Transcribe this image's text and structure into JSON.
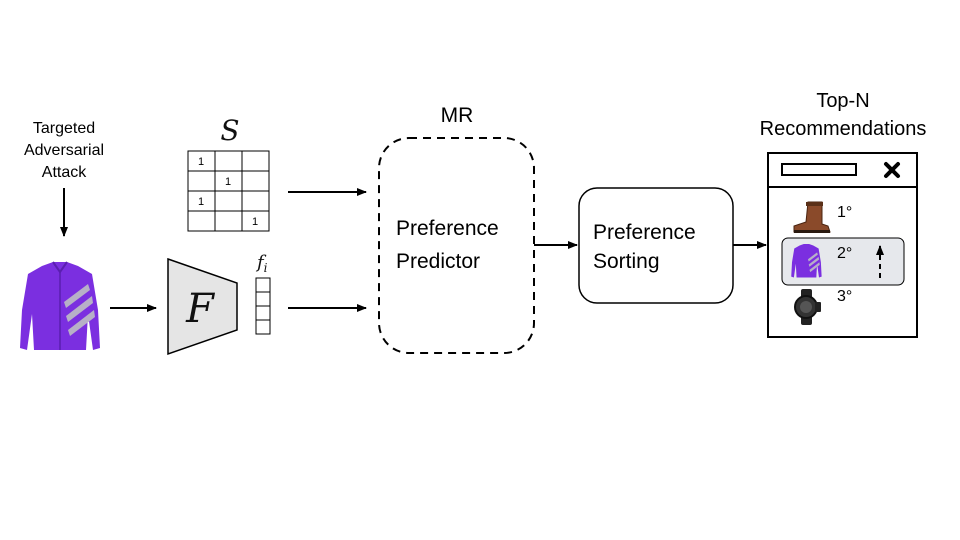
{
  "attack_label": [
    "Targeted",
    "Adversarial",
    "Attack"
  ],
  "matrix": {
    "symbol": "S",
    "rows": [
      [
        "1",
        "",
        ""
      ],
      [
        "",
        "1",
        ""
      ],
      [
        "1",
        "",
        ""
      ],
      [
        "",
        "",
        "1"
      ]
    ]
  },
  "extractor": {
    "symbol": "F"
  },
  "feature_vector": {
    "symbol": "f",
    "subscript": "i"
  },
  "mr": {
    "title": "MR",
    "lines": [
      "Preference",
      "Predictor"
    ]
  },
  "sorting": {
    "lines": [
      "Preference",
      "Sorting"
    ]
  },
  "topn": {
    "title": [
      "Top-N",
      "Recommendations"
    ],
    "close_icon": "close-x-icon",
    "items": [
      {
        "rank": "1°",
        "icon": "boot-icon",
        "highlight": false
      },
      {
        "rank": "2°",
        "icon": "jacket-icon",
        "highlight": true
      },
      {
        "rank": "3°",
        "icon": "watch-icon",
        "highlight": false
      }
    ]
  },
  "colors": {
    "jacket": "#7b2fe0",
    "jacket_stripe": "#b7b0c7",
    "extractor_fill": "#e5e5e5",
    "highlight_fill": "#e6e8ec",
    "boot": "#8a4a2a"
  }
}
